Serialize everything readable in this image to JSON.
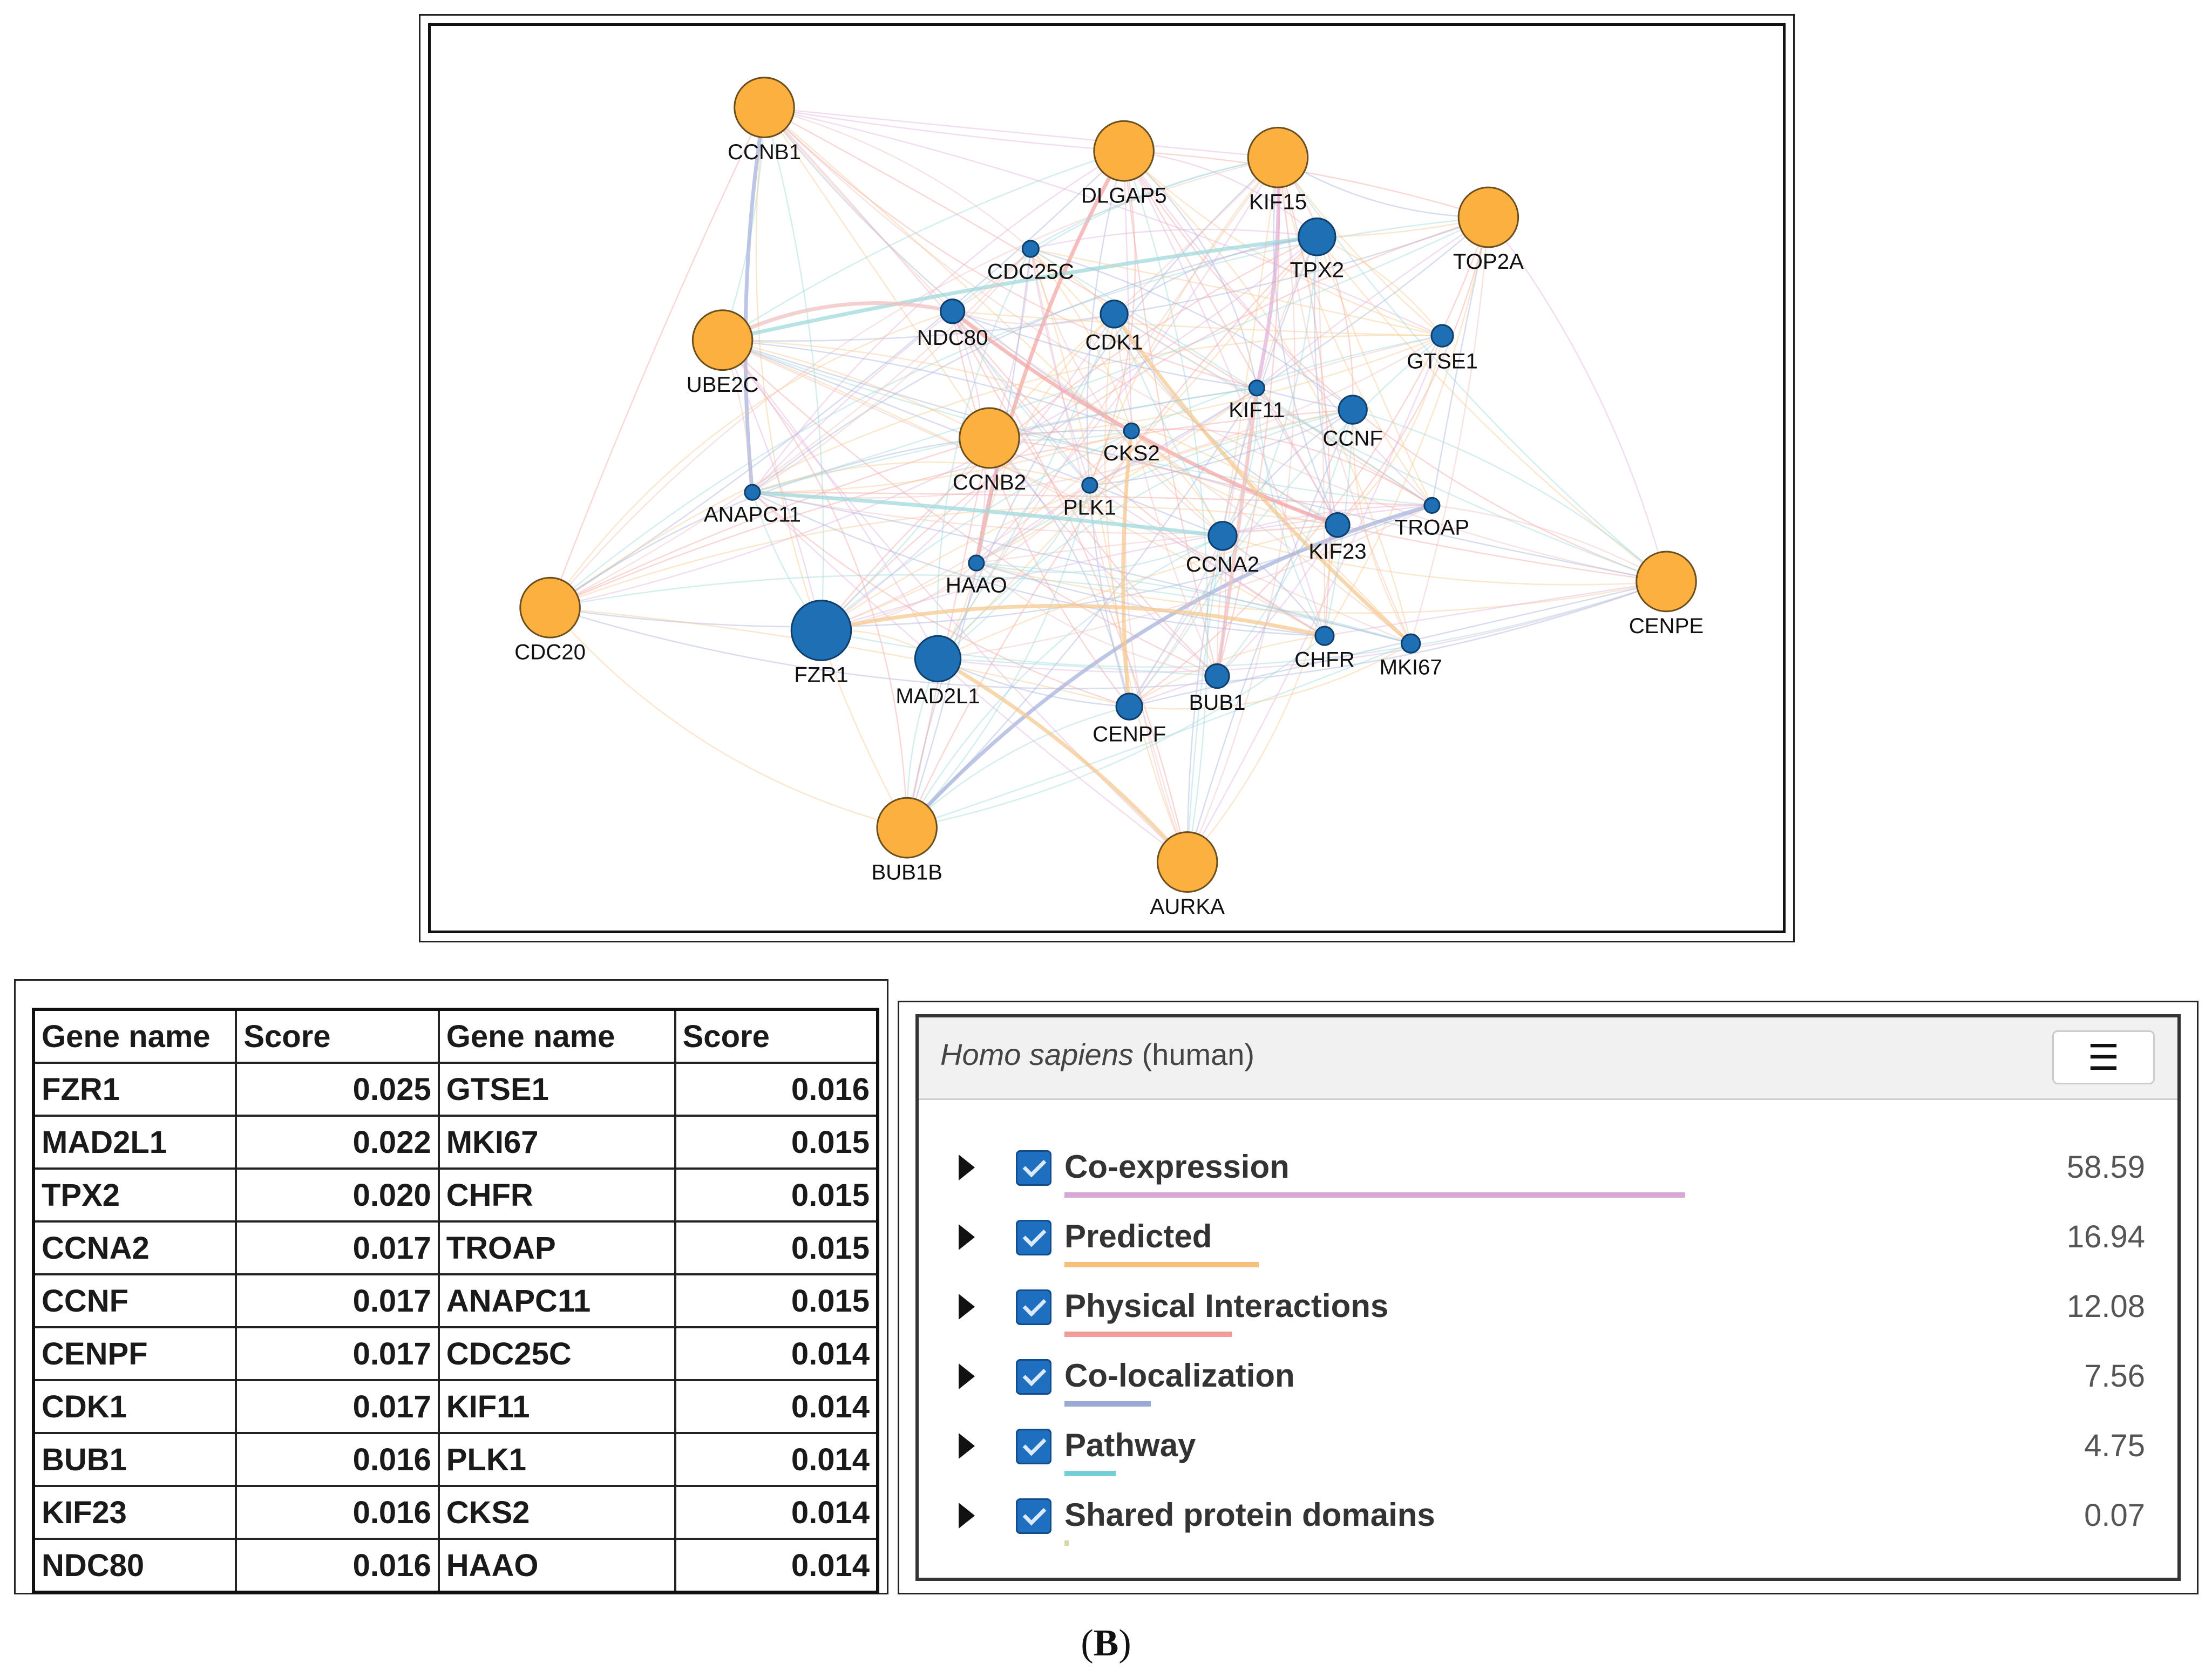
{
  "network": {
    "colors": {
      "query": "#fbb040",
      "related": "#1f6fb4",
      "node_stroke": "#6b4e1e"
    },
    "edge_colors": [
      "#e2b3de",
      "#f6c991",
      "#f4a6a6",
      "#a7b4dc",
      "#9fd9dc",
      "#f0c2c2"
    ],
    "nodes": [
      {
        "id": "CCNB1",
        "type": "query"
      },
      {
        "id": "DLGAP5",
        "type": "query"
      },
      {
        "id": "KIF15",
        "type": "query"
      },
      {
        "id": "TOP2A",
        "type": "query"
      },
      {
        "id": "UBE2C",
        "type": "query"
      },
      {
        "id": "CCNB2",
        "type": "query"
      },
      {
        "id": "CDC20",
        "type": "query"
      },
      {
        "id": "CENPE",
        "type": "query"
      },
      {
        "id": "BUB1B",
        "type": "query"
      },
      {
        "id": "AURKA",
        "type": "query"
      },
      {
        "id": "TPX2",
        "type": "related"
      },
      {
        "id": "CDC25C",
        "type": "related"
      },
      {
        "id": "NDC80",
        "type": "related"
      },
      {
        "id": "CDK1",
        "type": "related"
      },
      {
        "id": "GTSE1",
        "type": "related"
      },
      {
        "id": "KIF11",
        "type": "related"
      },
      {
        "id": "CCNF",
        "type": "related"
      },
      {
        "id": "CKS2",
        "type": "related"
      },
      {
        "id": "PLK1",
        "type": "related"
      },
      {
        "id": "ANAPC11",
        "type": "related"
      },
      {
        "id": "TROAP",
        "type": "related"
      },
      {
        "id": "KIF23",
        "type": "related"
      },
      {
        "id": "CCNA2",
        "type": "related"
      },
      {
        "id": "HAAO",
        "type": "related"
      },
      {
        "id": "FZR1",
        "type": "related"
      },
      {
        "id": "MAD2L1",
        "type": "related"
      },
      {
        "id": "CHFR",
        "type": "related"
      },
      {
        "id": "MKI67",
        "type": "related"
      },
      {
        "id": "BUB1",
        "type": "related"
      },
      {
        "id": "CENPF",
        "type": "related"
      }
    ]
  },
  "table": {
    "headers": [
      "Gene name",
      "Score",
      "Gene name",
      "Score"
    ],
    "rows": [
      [
        "FZR1",
        "0.025",
        "GTSE1",
        "0.016"
      ],
      [
        "MAD2L1",
        "0.022",
        "MKI67",
        "0.015"
      ],
      [
        "TPX2",
        "0.020",
        "CHFR",
        "0.015"
      ],
      [
        "CCNA2",
        "0.017",
        "TROAP",
        "0.015"
      ],
      [
        "CCNF",
        "0.017",
        "ANAPC11",
        "0.015"
      ],
      [
        "CENPF",
        "0.017",
        "CDC25C",
        "0.014"
      ],
      [
        "CDK1",
        "0.017",
        "KIF11",
        "0.014"
      ],
      [
        "BUB1",
        "0.016",
        "PLK1",
        "0.014"
      ],
      [
        "KIF23",
        "0.016",
        "CKS2",
        "0.014"
      ],
      [
        "NDC80",
        "0.016",
        "HAAO",
        "0.014"
      ]
    ]
  },
  "legend": {
    "species_name": "Homo sapiens",
    "species_suffix": " (human)",
    "menu_icon": "hamburger-menu-icon",
    "items": [
      {
        "label": "Co-expression",
        "value": "58.59",
        "color": "#d9a6d6"
      },
      {
        "label": "Predicted",
        "value": "16.94",
        "color": "#f6c07a"
      },
      {
        "label": "Physical Interactions",
        "value": "12.08",
        "color": "#f39a9a"
      },
      {
        "label": "Co-localization",
        "value": "7.56",
        "color": "#9aaad8"
      },
      {
        "label": "Pathway",
        "value": "4.75",
        "color": "#6fcfd4"
      },
      {
        "label": "Shared protein domains",
        "value": "0.07",
        "color": "#d8d8a0"
      }
    ]
  },
  "caption": {
    "open": "(",
    "letter": "B",
    "close": ")"
  }
}
